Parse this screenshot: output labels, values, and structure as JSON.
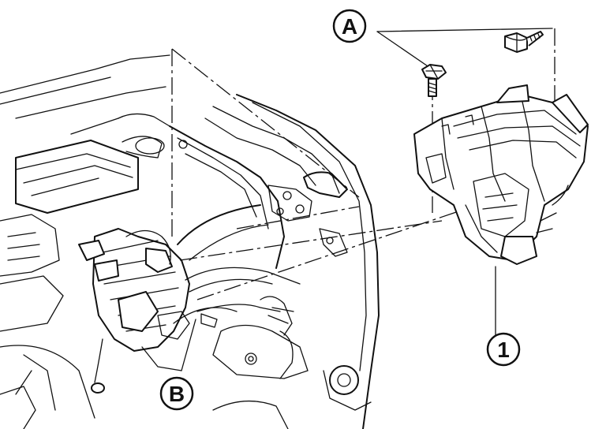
{
  "callouts": {
    "fastener": "A",
    "harness_connector": "B",
    "component": "1"
  }
}
